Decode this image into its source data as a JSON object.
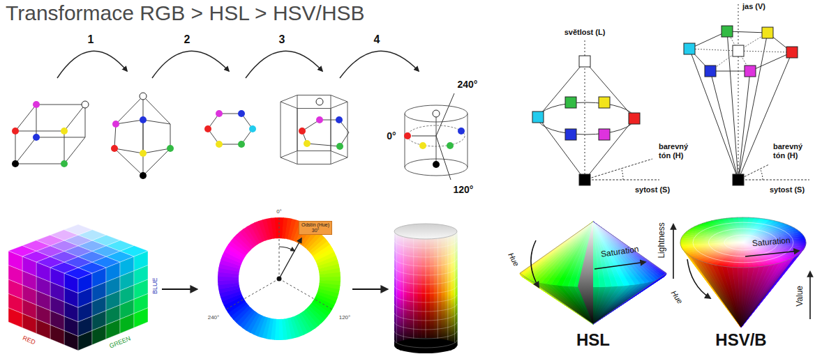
{
  "diagram": {
    "title": "Transformace RGB > HSL > HSV/HSB",
    "nodes": [
      {
        "text": [
          "Odstín (Hue)",
          "30°"
        ]
      }
    ],
    "labels": [
      "1",
      "2",
      "3",
      "4",
      "240°",
      "0°",
      "120°",
      "světlost (L)",
      "barevný tón (H)",
      "sytost (S)",
      "jas (V)",
      "barevný tón (H)",
      "sytost (S)",
      "RED",
      "GREEN",
      "BLUE",
      "0°",
      "240°",
      "120°",
      "Hue",
      "Saturation",
      "Lightness",
      "HSL",
      "Hue",
      "Saturation",
      "Value",
      "HSV/B"
    ]
  }
}
